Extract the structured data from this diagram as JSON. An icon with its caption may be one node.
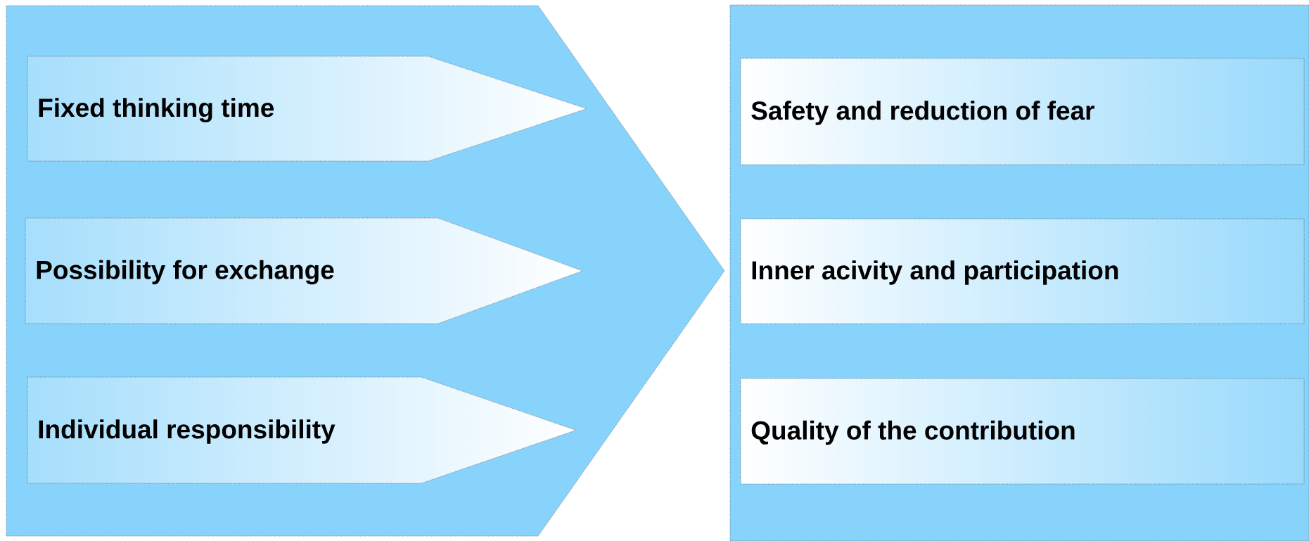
{
  "diagram": {
    "nodes": [
      {
        "text": [],
        "shape": "arrow"
      },
      {
        "text": [
          "Fixed thinking time"
        ],
        "in": 0
      },
      {
        "text": [
          "Possibility for exchange"
        ],
        "in": 0
      },
      {
        "text": [
          "Individual responsibility"
        ],
        "in": 0
      },
      {
        "text": [],
        "shape": "box"
      },
      {
        "text": [
          "Safety and reduction of fear"
        ],
        "in": 4
      },
      {
        "text": [
          "Inner acivity and participation"
        ],
        "in": 4
      },
      {
        "text": [
          "Quality of the contribution"
        ],
        "in": 4
      }
    ]
  }
}
